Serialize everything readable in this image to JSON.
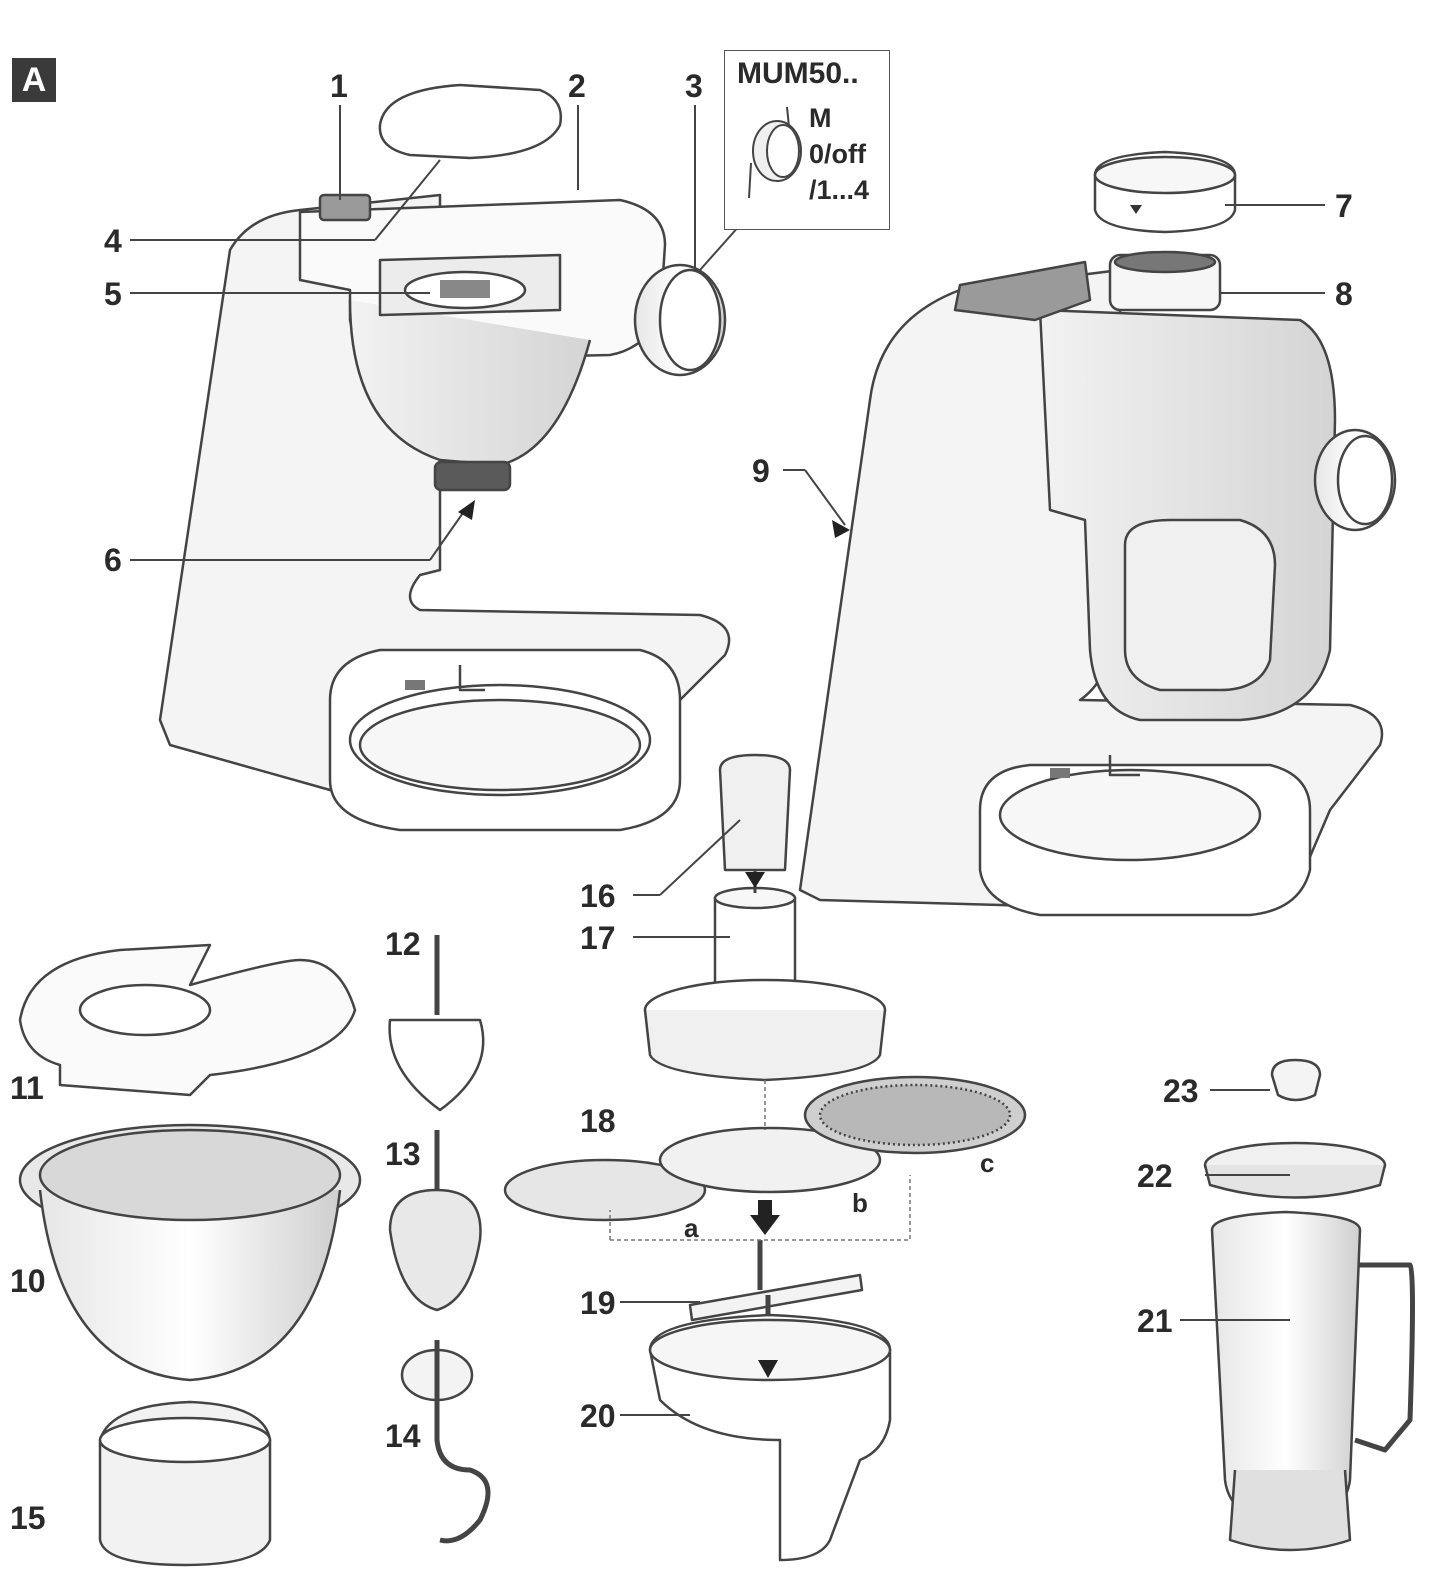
{
  "panel_letter": "A",
  "model_box": {
    "title": "MUM50..",
    "lines": [
      "M",
      "0/off",
      "/1...4"
    ]
  },
  "callouts": [
    "1",
    "2",
    "3",
    "4",
    "5",
    "6",
    "7",
    "8",
    "9",
    "10",
    "11",
    "12",
    "13",
    "14",
    "15",
    "16",
    "17",
    "18",
    "19",
    "20",
    "21",
    "22",
    "23"
  ],
  "sub_labels": [
    "a",
    "b",
    "c"
  ],
  "colors": {
    "line": "#444444",
    "fill": "#ffffff",
    "shade": "#e4e4e4",
    "dark": "#6a6a6a"
  }
}
